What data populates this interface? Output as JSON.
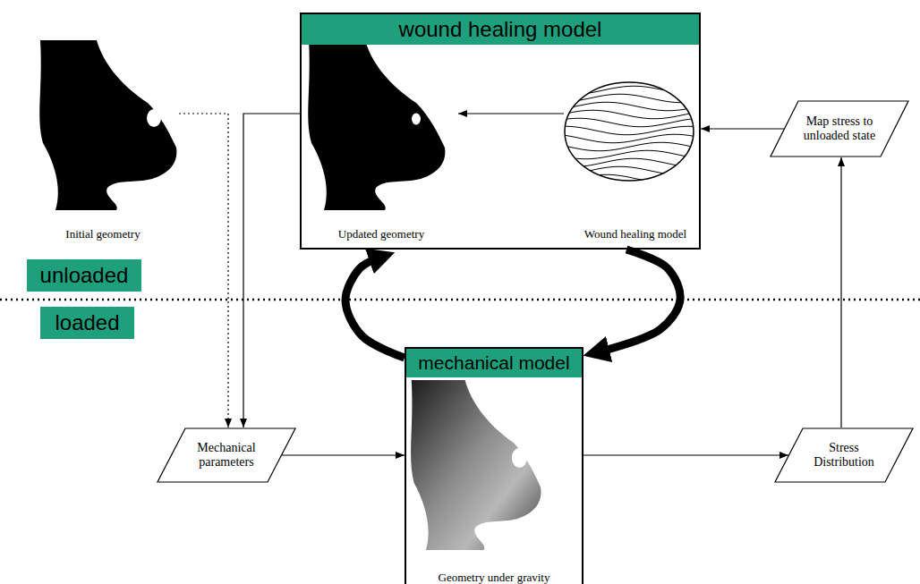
{
  "diagram": {
    "nodes": [
      {
        "text": [
          "wound healing model"
        ]
      },
      {
        "text": [
          "Updated geometry"
        ],
        "in": 0
      },
      {
        "text": [
          "Wound healing model"
        ],
        "in": 0
      },
      {
        "text": [
          "Initial geometry"
        ]
      },
      {
        "text": [
          "Map stress to unloaded state"
        ]
      },
      {
        "text": [
          "mechanical model",
          "Geometry under gravity"
        ]
      },
      {
        "text": [
          "Mechanical parameters"
        ]
      },
      {
        "text": [
          "Stress Distribution"
        ]
      },
      {
        "text": [
          "unloaded"
        ]
      },
      {
        "text": [
          "loaded"
        ]
      }
    ],
    "edges": [
      {
        "from": 2,
        "to": 1,
        "arrow": "to"
      },
      {
        "from": 3,
        "to": 6,
        "arrow": "to"
      },
      {
        "from": 0,
        "to": 6,
        "arrow": "to"
      },
      {
        "from": 6,
        "to": 5,
        "arrow": "to"
      },
      {
        "from": 5,
        "to": 7,
        "arrow": "to"
      },
      {
        "from": 7,
        "to": 4,
        "arrow": "to"
      },
      {
        "from": 4,
        "to": 0,
        "arrow": "to"
      },
      {
        "from": 0,
        "to": 5,
        "arrow": "to"
      },
      {
        "from": 5,
        "to": 0,
        "arrow": "to"
      }
    ]
  }
}
